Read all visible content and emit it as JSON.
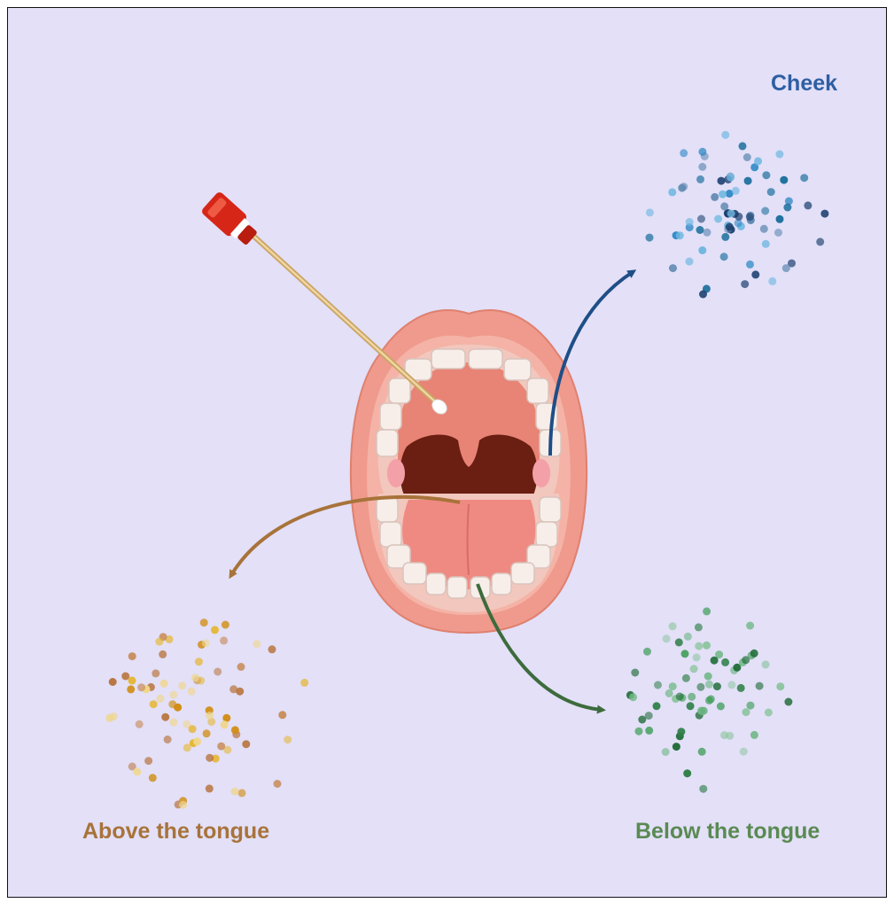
{
  "labels": {
    "cheek": "Cheek",
    "above": "Above the tongue",
    "below": "Below the tongue"
  },
  "colors": {
    "background": "#e3e0f8",
    "cheek": "#2e5fa3",
    "above": "#a8733a",
    "below": "#5a8a52",
    "cheek_arrow": "#1f4e86",
    "above_arrow": "#a8733a",
    "below_arrow": "#3d6b3d",
    "swab_cap": "#d62618",
    "lips": "#ef9a8c",
    "tongue": "#ef8a82",
    "throat": "#6b1e12"
  },
  "clusters": [
    {
      "name": "cheek-bacteria",
      "palette": [
        "#1b3f6e",
        "#2a86c4",
        "#6fb7e0",
        "#1c6f9c",
        "#5d87b0"
      ],
      "count": 75
    },
    {
      "name": "above-tongue-bacteria",
      "palette": [
        "#d18d14",
        "#e6b52c",
        "#b8743d",
        "#f0d68a",
        "#c88c5a"
      ],
      "count": 75
    },
    {
      "name": "below-tongue-bacteria",
      "palette": [
        "#1e6b36",
        "#3e9c58",
        "#74b98a",
        "#8ec5a0",
        "#2f7f48"
      ],
      "count": 70
    }
  ]
}
